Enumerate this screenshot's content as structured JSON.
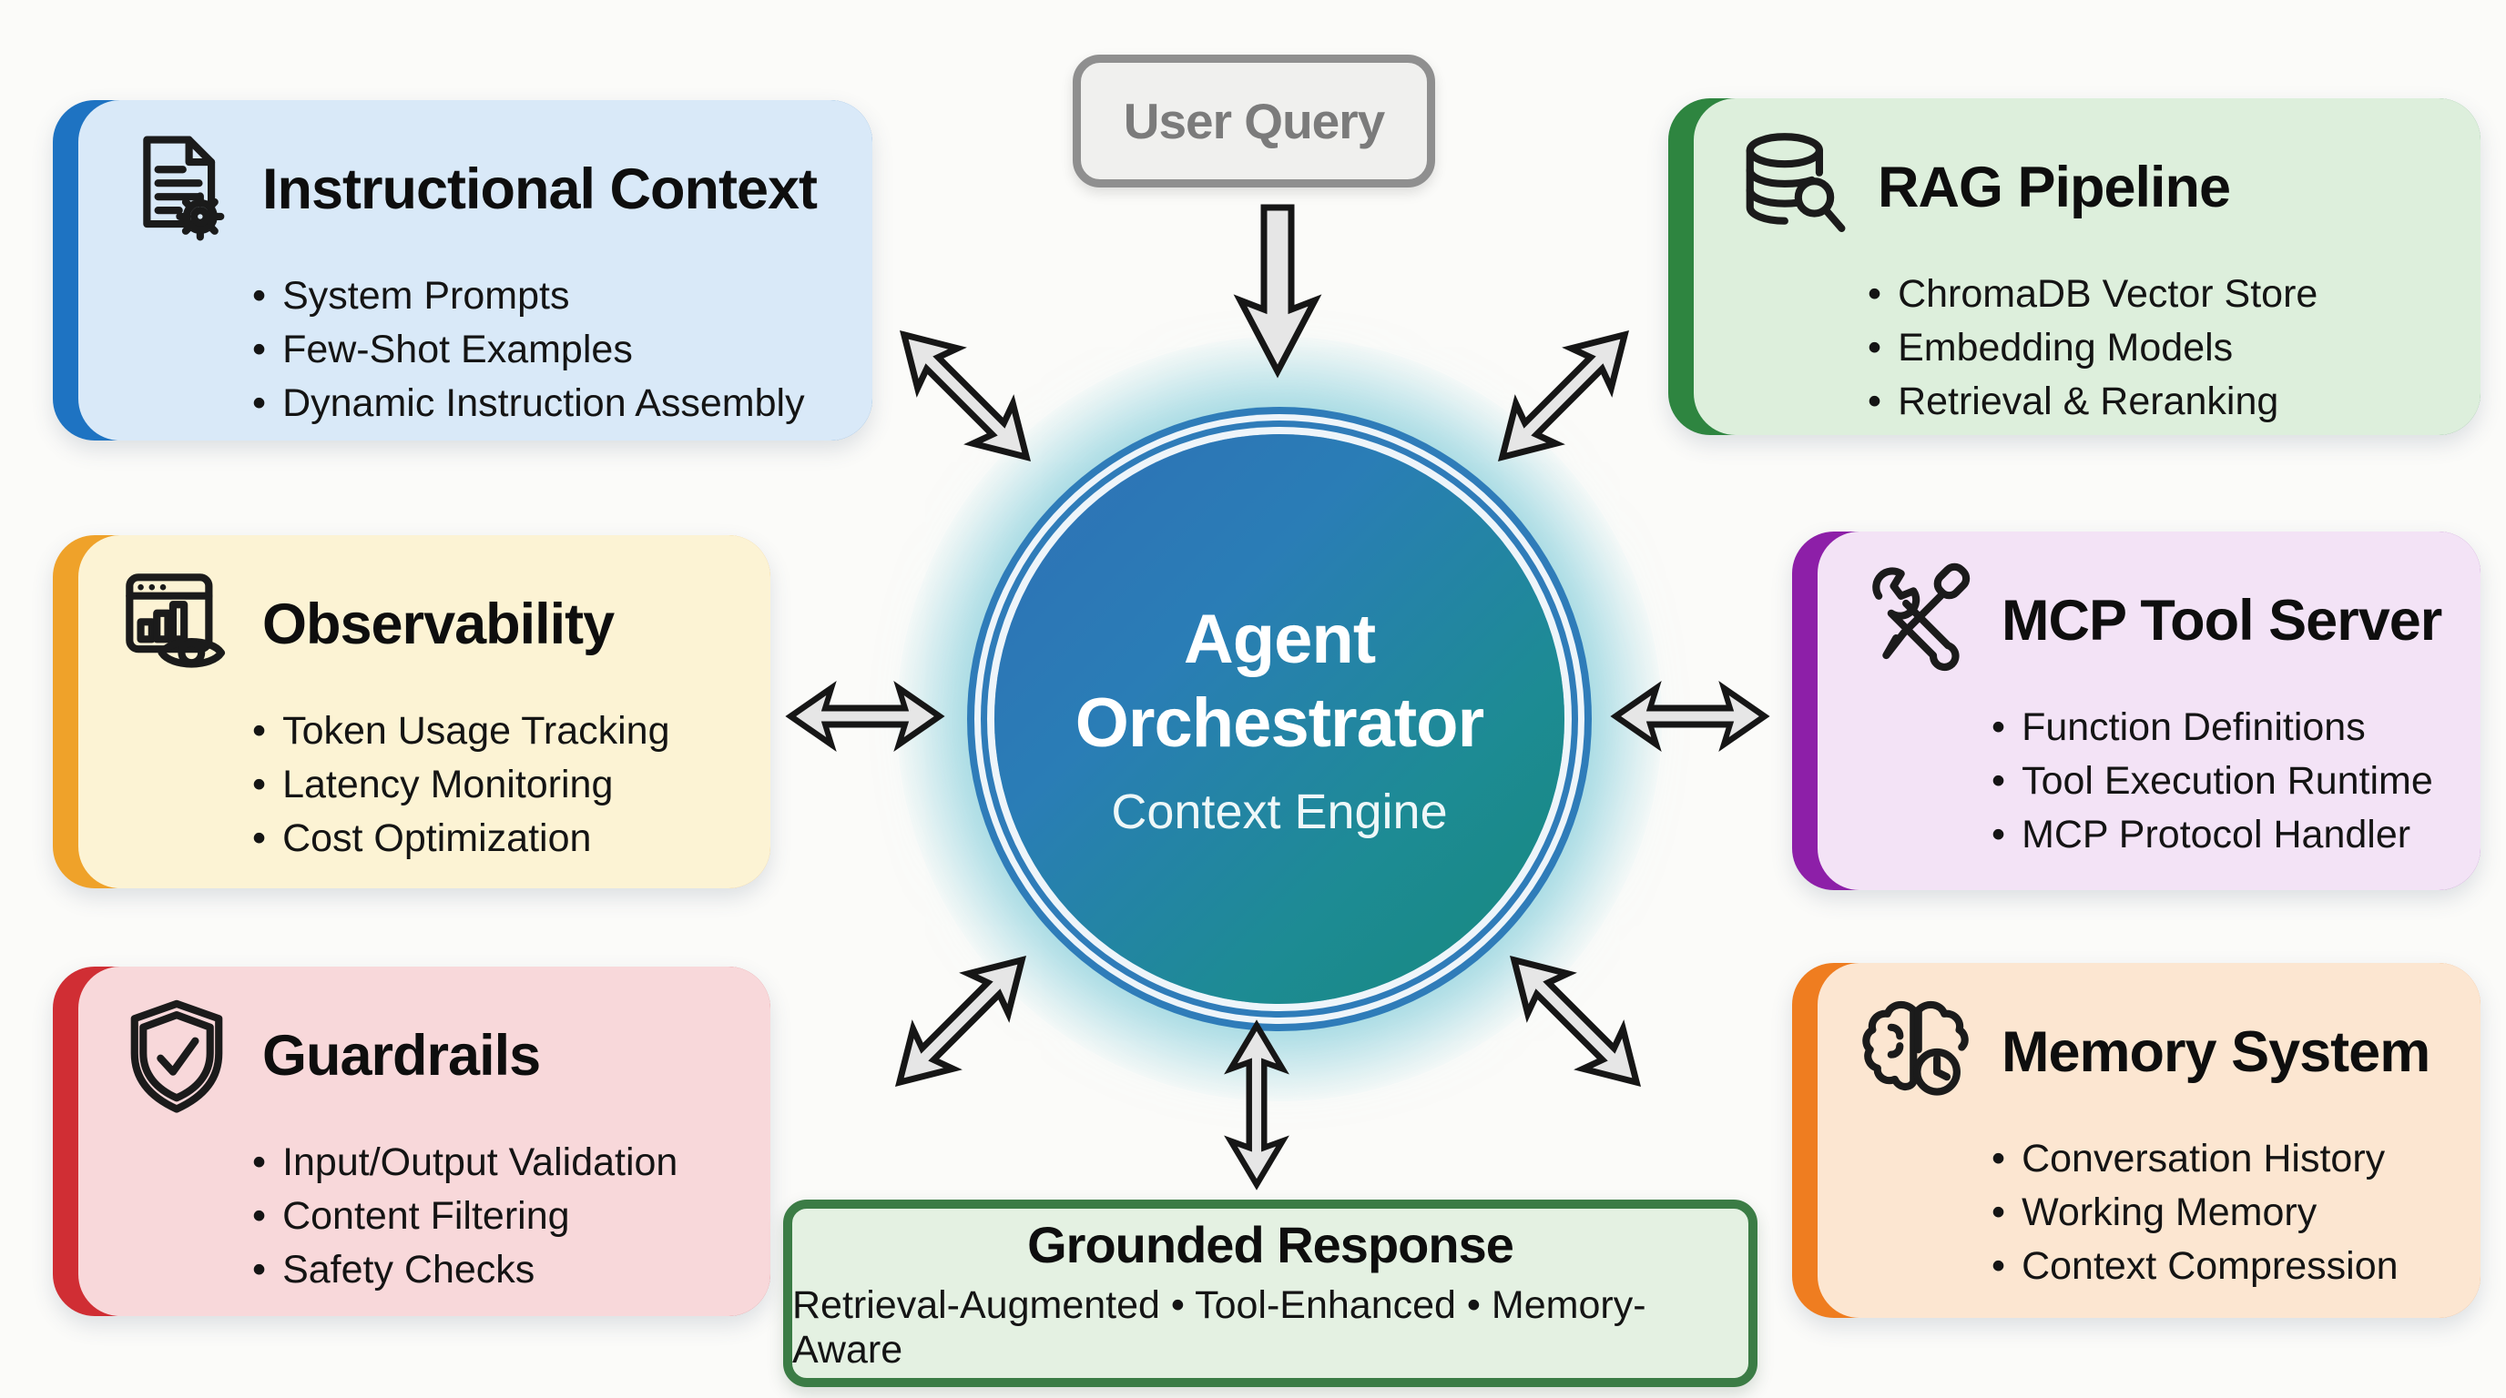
{
  "page": {
    "background": "#fbfbf9"
  },
  "user_query": {
    "label": "User Query",
    "bg": "#f0f0ee",
    "border": "#8f8f8f",
    "text_color": "#7b7b7b"
  },
  "center": {
    "title_line1": "Agent",
    "title_line2": "Orchestrator",
    "subtitle": "Context Engine",
    "gradient": "linear-gradient(135deg, #2f70b7 0%, #2a7db6 35%, #1d8b94 70%, #16897c 100%)",
    "ring_color": "#2f7cb9",
    "glow_color": "rgba(140,208,220,0.55)"
  },
  "cards": [
    {
      "id": "instructional-context",
      "title": "Instructional Context",
      "icon": "document-gear-icon",
      "bullets": [
        "System Prompts",
        "Few-Shot Examples",
        "Dynamic Instruction Assembly"
      ],
      "accent": "#1e73c2",
      "bg": "#d9e9f8"
    },
    {
      "id": "observability",
      "title": "Observability",
      "icon": "dashboard-eye-icon",
      "bullets": [
        "Token Usage Tracking",
        "Latency Monitoring",
        "Cost Optimization"
      ],
      "accent": "#efa22a",
      "bg": "#fcf3d4"
    },
    {
      "id": "guardrails",
      "title": "Guardrails",
      "icon": "shield-check-icon",
      "bullets": [
        "Input/Output Validation",
        "Content Filtering",
        "Safety Checks"
      ],
      "accent": "#d02e34",
      "bg": "#f8d8da"
    },
    {
      "id": "rag-pipeline",
      "title": "RAG Pipeline",
      "icon": "database-search-icon",
      "bullets": [
        "ChromaDB Vector Store",
        "Embedding Models",
        "Retrieval & Reranking"
      ],
      "accent": "#2e8540",
      "bg": "#ddefdc"
    },
    {
      "id": "mcp-tool-server",
      "title": "MCP Tool Server",
      "icon": "wrench-screwdriver-icon",
      "bullets": [
        "Function Definitions",
        "Tool Execution Runtime",
        "MCP Protocol Handler"
      ],
      "accent": "#8d1fa8",
      "bg": "#f3e3f6"
    },
    {
      "id": "memory-system",
      "title": "Memory System",
      "icon": "brain-clock-icon",
      "bullets": [
        "Conversation History",
        "Working Memory",
        "Context Compression"
      ],
      "accent": "#ef7d20",
      "bg": "#fce6d1"
    }
  ],
  "grounded_response": {
    "title": "Grounded Response",
    "subtitle": "Retrieval-Augmented • Tool-Enhanced • Memory-Aware",
    "bg": "#e4f1e2",
    "border": "#3b7c45"
  },
  "colors": {
    "arrow_fill": "#e6e6e6",
    "arrow_stroke": "#161616",
    "text": "#131313"
  }
}
